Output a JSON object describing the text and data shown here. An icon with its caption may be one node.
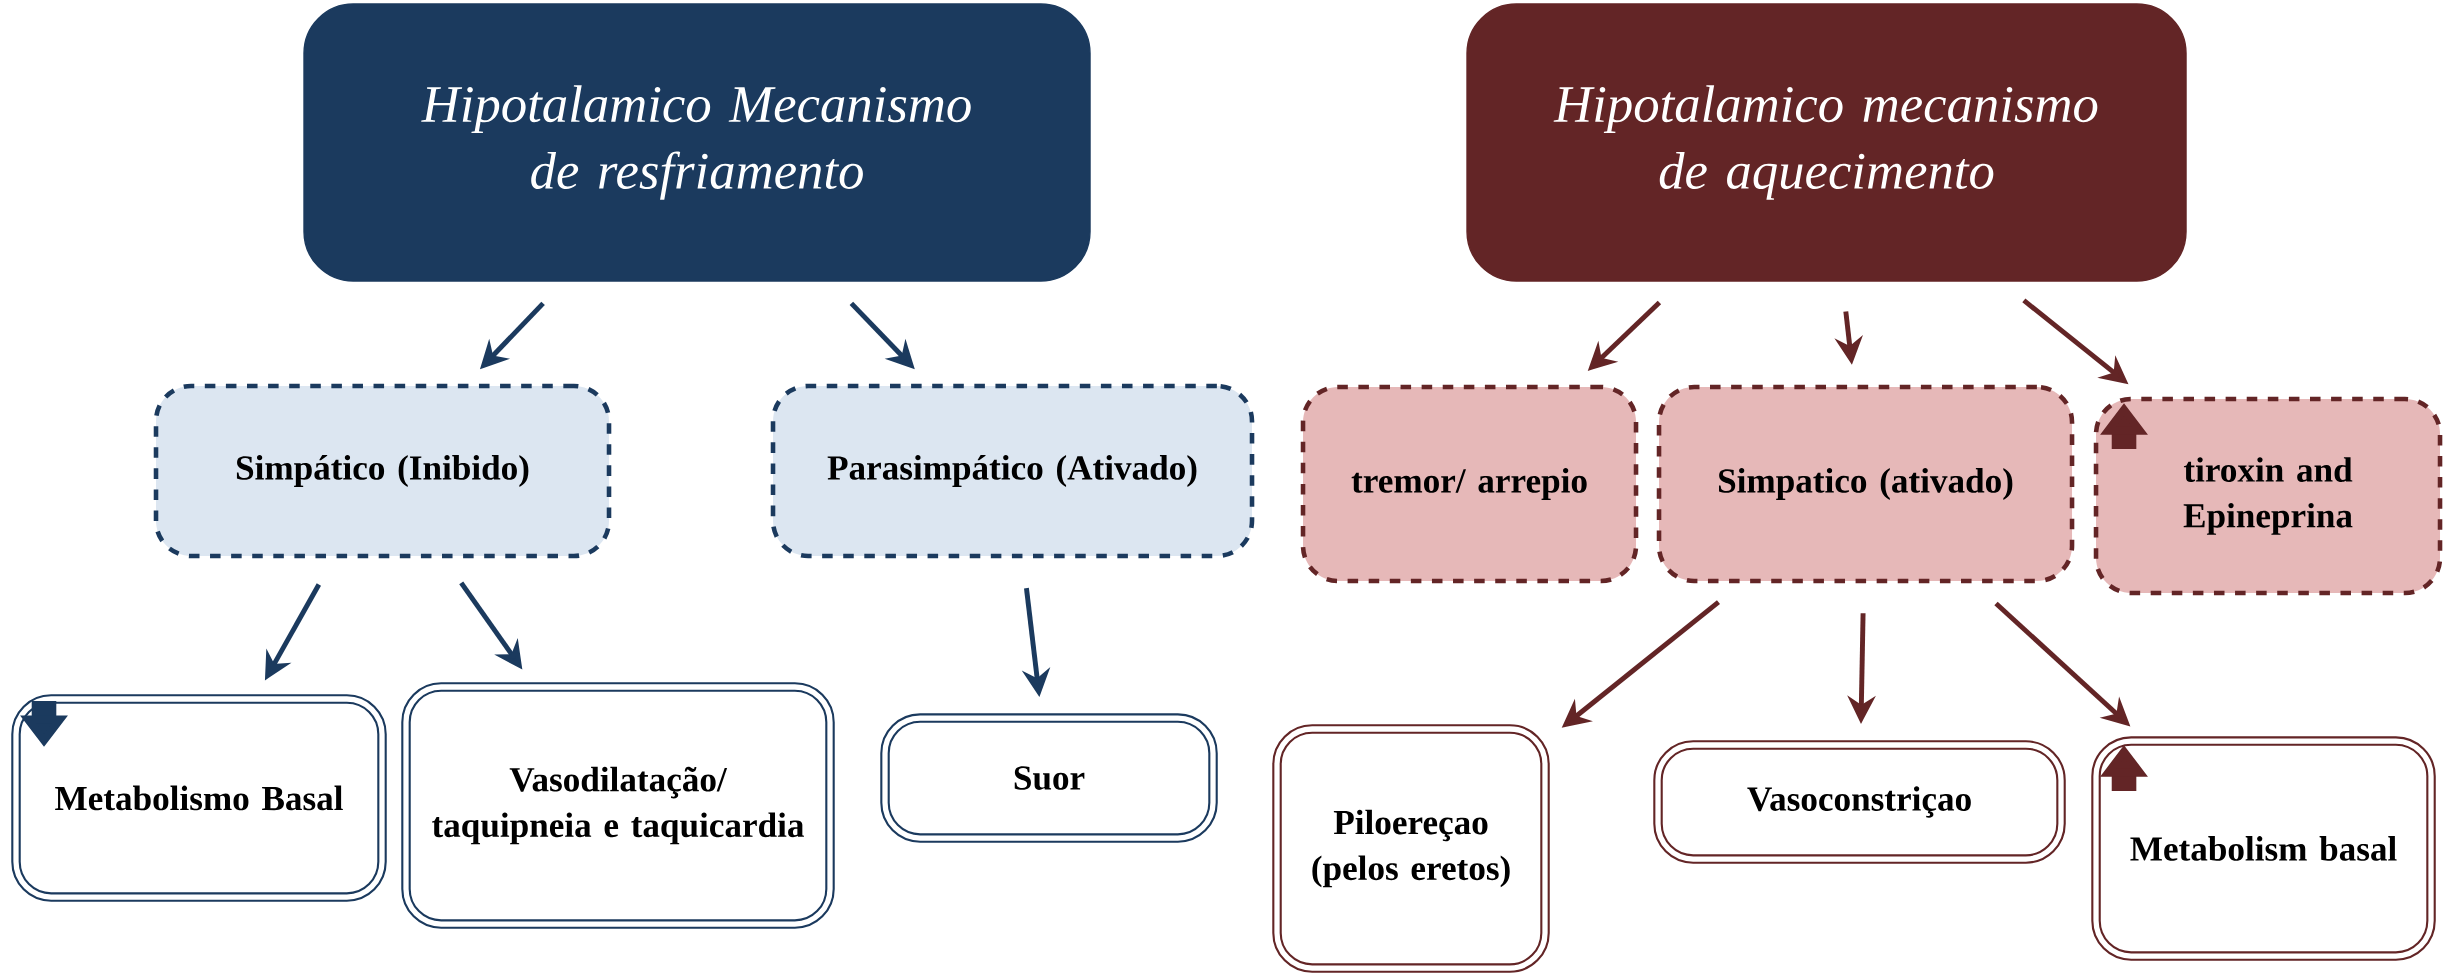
{
  "diagram": {
    "nodes": [
      {
        "text": [
          "Hipotalamico Mecanismo de resfriamento"
        ]
      },
      {
        "text": [
          "Hipotalamico mecanismo de aquecimento"
        ]
      },
      {
        "text": [
          "Simpático (Inibido)"
        ]
      },
      {
        "text": [
          "Parasimpático (Ativado)"
        ]
      },
      {
        "text": [
          "tremor/ arrepio"
        ]
      },
      {
        "text": [
          "Simpatico (ativado)"
        ]
      },
      {
        "text": [
          "tiroxin and Epineprina"
        ]
      },
      {
        "text": [
          "Metabolismo Basal"
        ]
      },
      {
        "text": [
          "Vasodilatação/ taquipneia e taquicardia"
        ]
      },
      {
        "text": [
          "Suor"
        ]
      },
      {
        "text": [
          "Piloereçao (pelos eretos)"
        ]
      },
      {
        "text": [
          "Vasoconstriçao"
        ]
      },
      {
        "text": [
          "Metabolism basal"
        ]
      }
    ],
    "edges": [
      {
        "from": 0,
        "to": 2,
        "arrow": "to",
        "color": "#1b3a5e"
      },
      {
        "from": 0,
        "to": 3,
        "arrow": "to",
        "color": "#1b3a5e"
      },
      {
        "from": 1,
        "to": 4,
        "arrow": "to"
      },
      {
        "from": 1,
        "to": 5,
        "arrow": "to"
      },
      {
        "from": 1,
        "to": 6,
        "arrow": "to"
      },
      {
        "from": 2,
        "to": 7,
        "arrow": "to",
        "color": "#1b3a5e"
      },
      {
        "from": 2,
        "to": 8,
        "arrow": "to",
        "color": "#1b3a5e"
      },
      {
        "from": 3,
        "to": 9,
        "arrow": "to",
        "color": "#1b3a5e"
      },
      {
        "from": 5,
        "to": 10,
        "arrow": "to"
      },
      {
        "from": 5,
        "to": 11,
        "arrow": "to"
      },
      {
        "from": 5,
        "to": 12,
        "arrow": "to"
      }
    ]
  }
}
